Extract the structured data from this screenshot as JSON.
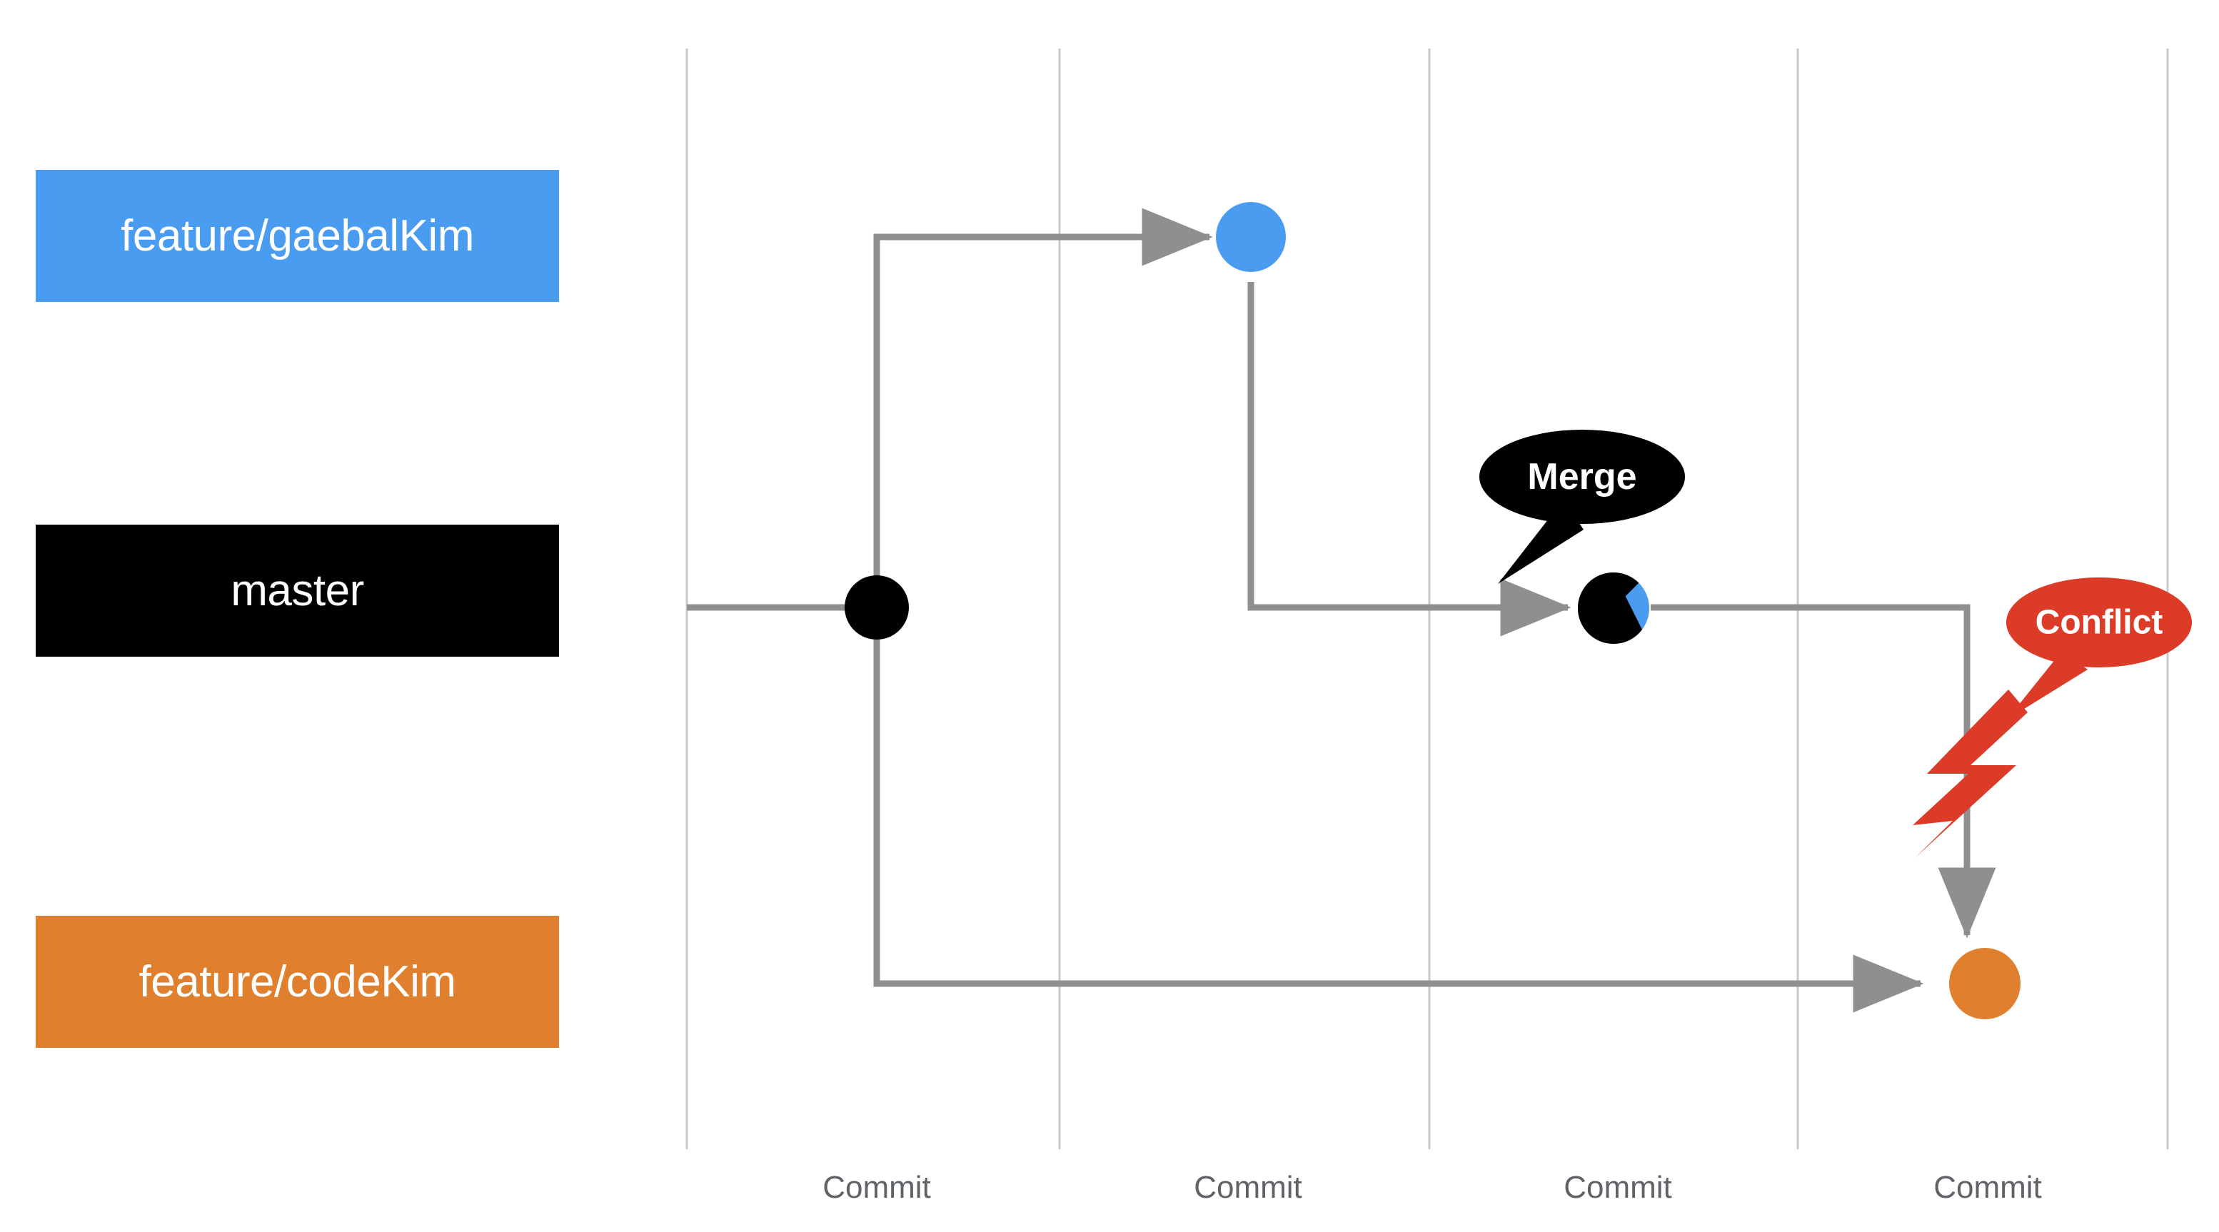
{
  "diagram": {
    "title": "Git branching and merge conflict diagram",
    "background": "#ffffff",
    "colors": {
      "blue": "#4a9cf0",
      "black": "#000000",
      "orange": "#e0802f",
      "red": "#dc3b28",
      "line": "#8f8f8f",
      "gridline": "#c8c8c8",
      "tick_label": "#5f6368",
      "label_text": "#ffffff"
    }
  },
  "legend": {
    "branches": [
      {
        "label": "feature/gaebalKim",
        "color": "#4a9cf0",
        "row": "top"
      },
      {
        "label": "master",
        "color": "#000000",
        "row": "middle"
      },
      {
        "label": "feature/codeKim",
        "color": "#e0802f",
        "row": "bottom"
      }
    ]
  },
  "axis": {
    "ticks": [
      {
        "label": "Commit"
      },
      {
        "label": "Commit"
      },
      {
        "label": "Commit"
      },
      {
        "label": "Commit"
      }
    ],
    "gridline_count": 5
  },
  "nodes": [
    {
      "name": "master-base-commit",
      "type": "commit",
      "branch": "master",
      "fill": "#000000"
    },
    {
      "name": "gaebalkim-commit",
      "type": "commit",
      "branch": "feature/gaebalKim",
      "fill": "#4a9cf0"
    },
    {
      "name": "master-merge-commit",
      "type": "merge",
      "branch": "master",
      "fill": "#000000",
      "fill_secondary": "#4a9cf0"
    },
    {
      "name": "codekim-commit",
      "type": "commit",
      "branch": "feature/codeKim",
      "fill": "#e0802f"
    }
  ],
  "callouts": [
    {
      "name": "merge-callout",
      "label": "Merge",
      "fill": "#000000",
      "text_color": "#ffffff"
    },
    {
      "name": "conflict-callout",
      "label": "Conflict",
      "fill": "#dc3b28",
      "text_color": "#ffffff"
    }
  ],
  "markers": [
    {
      "name": "conflict-bolt",
      "shape": "lightning-bolt",
      "fill": "#dc3b28"
    }
  ]
}
